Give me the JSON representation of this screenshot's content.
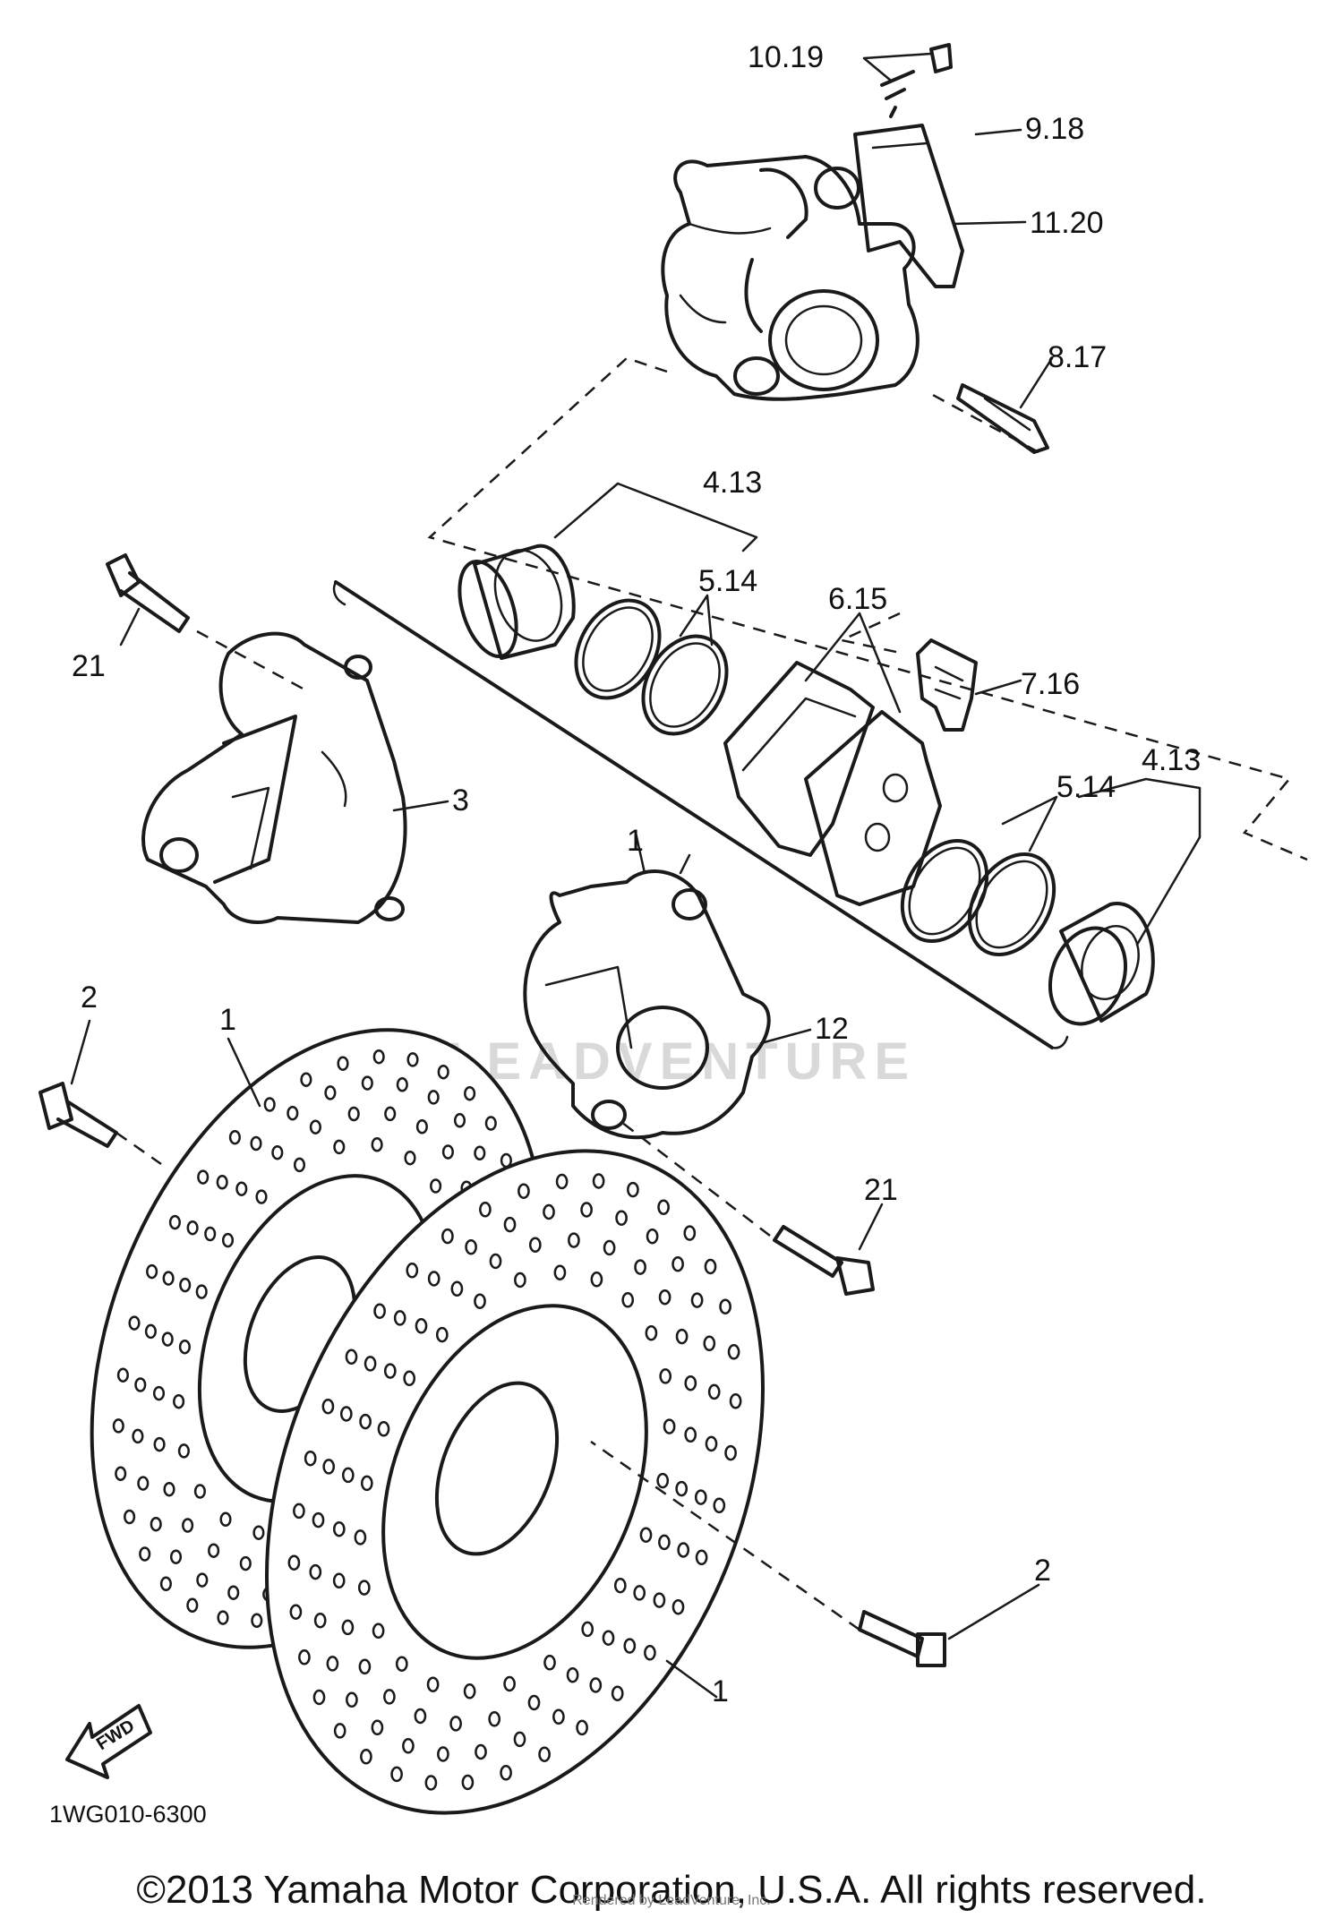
{
  "diagram": {
    "drawing_code": "1WG010-6300",
    "watermark": "LEADVENTURE",
    "fwd_label": "FWD",
    "callouts": {
      "c_10_19": "10.19",
      "c_9_18": "9.18",
      "c_11_20": "11.20",
      "c_8_17": "8.17",
      "c_4_13_top": "4.13",
      "c_5_14_top": "5.14",
      "c_6_15": "6.15",
      "c_7_16": "7.16",
      "c_4_13_right": "4.13",
      "c_5_14_right": "5.14",
      "c_21_left": "21",
      "c_3": "3",
      "c_1_mid": "1",
      "c_12": "12",
      "c_2_left": "2",
      "c_1_left": "1",
      "c_21_right": "21",
      "c_2_right": "2",
      "c_1_right": "1"
    }
  },
  "footer": {
    "copyright": "©2013 Yamaha Motor Corporation, U.S.A. All rights reserved.",
    "rendered_by": "Rendered by LeadVenture, Inc."
  }
}
